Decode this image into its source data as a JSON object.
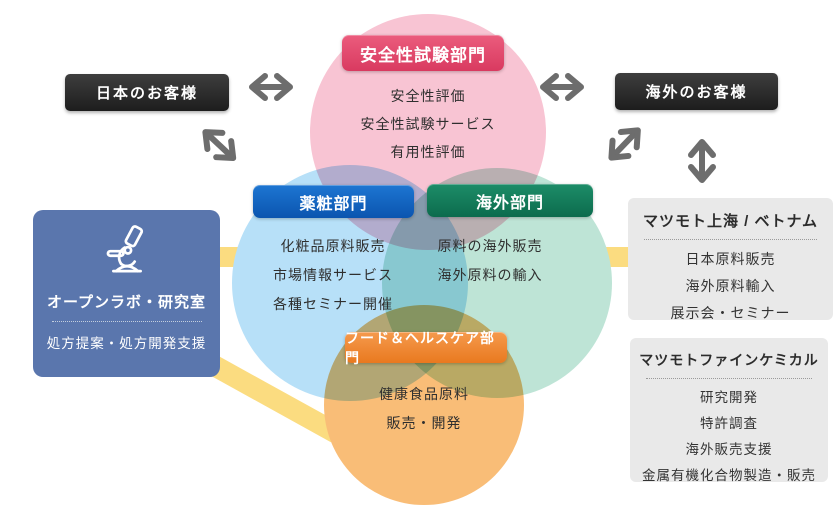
{
  "customers": {
    "japan": "日本のお客様",
    "overseas": "海外のお客様"
  },
  "circles": {
    "safety": {
      "title": "安全性試験部門",
      "items": [
        "安全性評価",
        "安全性試験サービス",
        "有用性評価"
      ],
      "fill": "#f8c4d3",
      "badge_color": "#de3f64"
    },
    "pharma": {
      "title": "薬粧部門",
      "items": [
        "化粧品原料販売",
        "市場情報サービス",
        "各種セミナー開催"
      ],
      "fill": "#b7e0f8",
      "badge_color": "#0f5db8"
    },
    "overseas": {
      "title": "海外部門",
      "items": [
        "原料の海外販売",
        "海外原料の輸入"
      ],
      "fill": "#bee4d6",
      "badge_color": "#0e7152"
    },
    "food": {
      "title": "フード＆ヘルスケア部門",
      "items": [
        "健康食品原料",
        "販売・開発"
      ],
      "fill": "#f9bd77",
      "badge_color": "#ec7f24"
    }
  },
  "open_lab": {
    "title": "オープンラボ・研究室",
    "description": "処方提案・処方開発支援",
    "box_color": "#5a76ad",
    "icon": "microscope-icon"
  },
  "affiliates": {
    "shanghai_vietnam": {
      "title": "マツモト上海 / ベトナム",
      "items": [
        "日本原料販売",
        "海外原料輸入",
        "展示会・セミナー"
      ]
    },
    "fine_chemical": {
      "title": "マツモトファインケミカル",
      "items": [
        "研究開発",
        "特許調査",
        "海外販売支援",
        "金属有機化合物製造・販売"
      ]
    }
  },
  "colors": {
    "connector_band": "#fbdc80",
    "arrow": "#6d6d6d",
    "customer_box": "#262626",
    "affiliate_box": "#e9e9e9"
  }
}
